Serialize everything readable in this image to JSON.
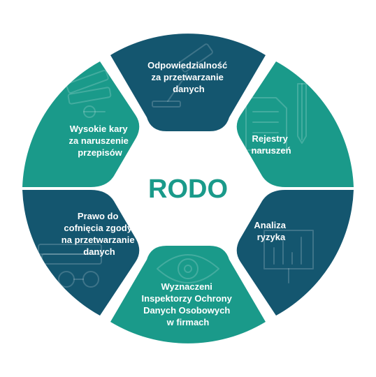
{
  "center": {
    "title": "RODO"
  },
  "segments": [
    {
      "lines": [
        "Odpowiedzialność",
        "za przetwarzanie",
        "danych"
      ],
      "icon": "gavel-icon"
    },
    {
      "lines": [
        "Rejestry",
        "naruszeń"
      ],
      "icon": "document-pen-icon"
    },
    {
      "lines": [
        "Analiza",
        "ryzyka"
      ],
      "icon": "presentation-chart-icon"
    },
    {
      "lines": [
        "Wyznaczeni",
        "Inspektorzy Ochrony",
        "Danych Osobowych",
        "w firmach"
      ],
      "icon": "eye-icon"
    },
    {
      "lines": [
        "Prawo do",
        "cofnięcia zgody",
        "na przetwarzanie",
        "danych"
      ],
      "icon": "books-glasses-icon"
    },
    {
      "lines": [
        "Wysokie kary",
        "za naruszenie",
        "przepisów"
      ],
      "icon": "money-stack-icon"
    }
  ],
  "colors": {
    "dark": "#14566f",
    "teal": "#1a9a8a",
    "background": "#ffffff"
  }
}
